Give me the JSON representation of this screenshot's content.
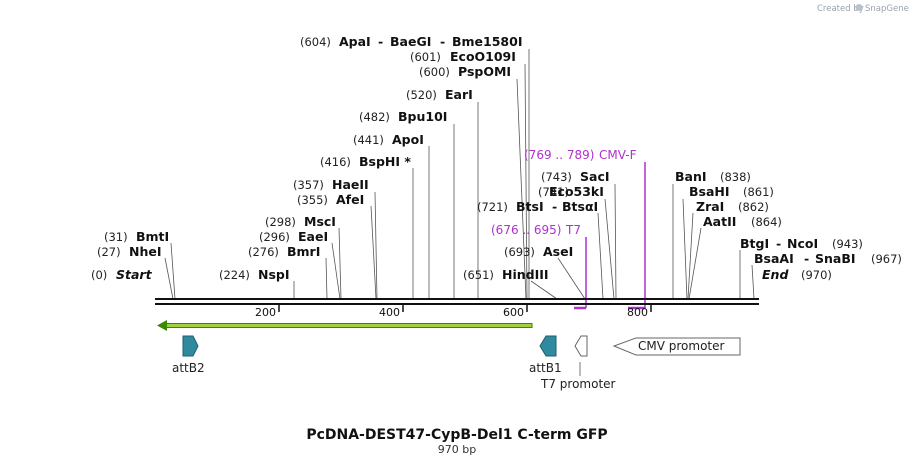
{
  "credit": {
    "created_by": "Created by",
    "brand": "SnapGene"
  },
  "map": {
    "title": "PcDNA-DEST47-CypB-Del1 C-term GFP",
    "length_label": "970 bp",
    "ticks": [
      "200",
      "400",
      "600",
      "800"
    ],
    "start_label": "Start",
    "end_label": "End",
    "start_pos": "(0)",
    "end_pos": "(970)"
  },
  "sites": [
    {
      "pos": "(604)",
      "name": "ApaI",
      "extra": [
        "BaeGI",
        "Bme1580I"
      ]
    },
    {
      "pos": "(601)",
      "name": "EcoO109I"
    },
    {
      "pos": "(600)",
      "name": "PspOMI"
    },
    {
      "pos": "(520)",
      "name": "EarI"
    },
    {
      "pos": "(482)",
      "name": "Bpu10I"
    },
    {
      "pos": "(441)",
      "name": "ApoI"
    },
    {
      "pos": "(416)",
      "name": "BspHI *"
    },
    {
      "pos": "(357)",
      "name": "HaeII"
    },
    {
      "pos": "(355)",
      "name": "AfeI"
    },
    {
      "pos": "(298)",
      "name": "MscI"
    },
    {
      "pos": "(296)",
      "name": "EaeI"
    },
    {
      "pos": "(276)",
      "name": "BmrI"
    },
    {
      "pos": "(224)",
      "name": "NspI"
    },
    {
      "pos": "(31)",
      "name": "BmtI"
    },
    {
      "pos": "(27)",
      "name": "NheI"
    },
    {
      "pos": "(743)",
      "name": "SacI"
    },
    {
      "pos": "(741)",
      "name": "Eco53kI"
    },
    {
      "pos": "(721)",
      "name": "BtsI",
      "extra": [
        "BtsαI"
      ]
    },
    {
      "pos": "(693)",
      "name": "AseI"
    },
    {
      "pos": "(651)",
      "name": "HindIII"
    },
    {
      "pos": "(838)",
      "name": "BanI",
      "pos_after": true
    },
    {
      "pos": "(861)",
      "name": "BsaHI",
      "pos_after": true
    },
    {
      "pos": "(862)",
      "name": "ZraI",
      "pos_after": true
    },
    {
      "pos": "(864)",
      "name": "AatII",
      "pos_after": true
    },
    {
      "pos": "(943)",
      "name": "BtgI",
      "extra": [
        "NcoI"
      ],
      "pos_after": true
    },
    {
      "pos": "(967)",
      "name": "BsaAI",
      "extra": [
        "SnaBI"
      ],
      "pos_after": true
    }
  ],
  "primers": [
    {
      "range": "(769 .. 789)",
      "name": "CMV-F"
    },
    {
      "range": "(676 .. 695)",
      "name": "T7"
    }
  ],
  "features": [
    {
      "name": "attB2"
    },
    {
      "name": "attB1"
    },
    {
      "name": "T7 promoter"
    },
    {
      "name": "CMV promoter"
    }
  ],
  "colors": {
    "backbone": "#111111",
    "orf_fill": "#9ed040",
    "orf_edge": "#3a8a00",
    "att_fill": "#2f8aa0",
    "primer": "#b030d0"
  }
}
